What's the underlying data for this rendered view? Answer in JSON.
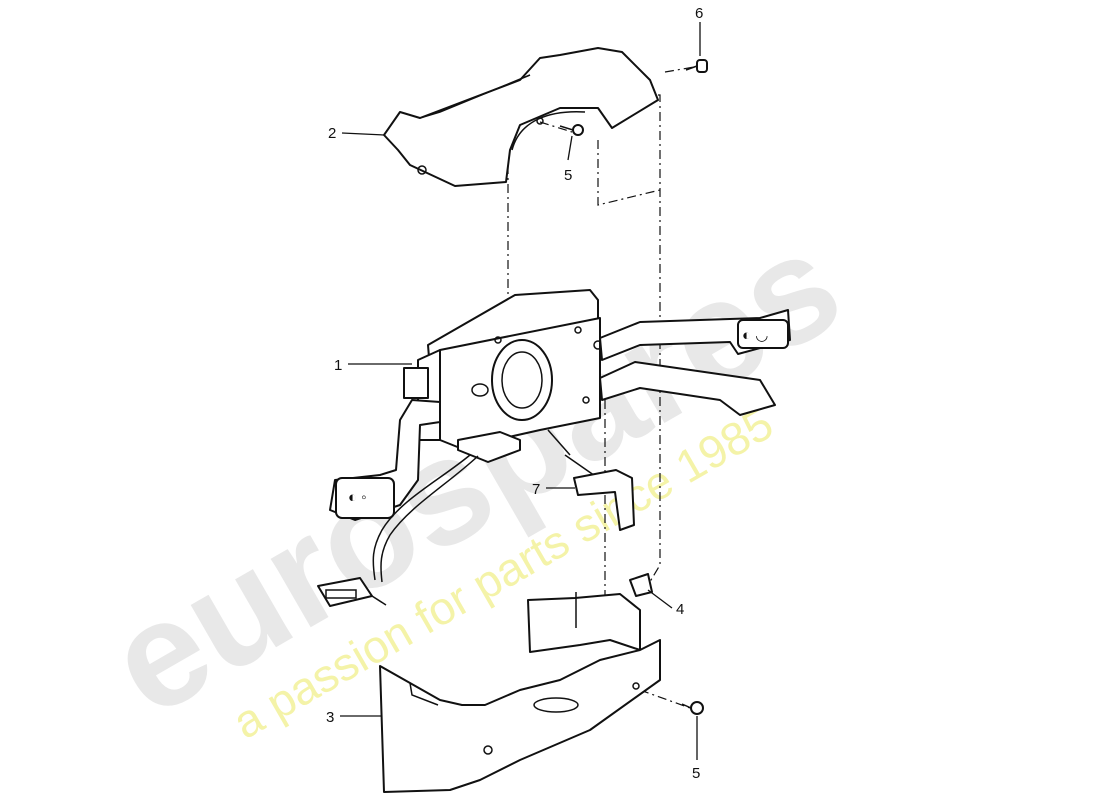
{
  "watermark": {
    "brand": "eurospares",
    "tagline": "a passion for parts since 1985",
    "brand_color": "#e6e6e6",
    "tagline_color": "#f3f19a"
  },
  "callouts": [
    {
      "id": "c6",
      "label": "6"
    },
    {
      "id": "c2",
      "label": "2"
    },
    {
      "id": "c5a",
      "label": "5"
    },
    {
      "id": "c1",
      "label": "1"
    },
    {
      "id": "c7",
      "label": "7"
    },
    {
      "id": "c4",
      "label": "4"
    },
    {
      "id": "c3",
      "label": "3"
    },
    {
      "id": "c5b",
      "label": "5"
    }
  ]
}
